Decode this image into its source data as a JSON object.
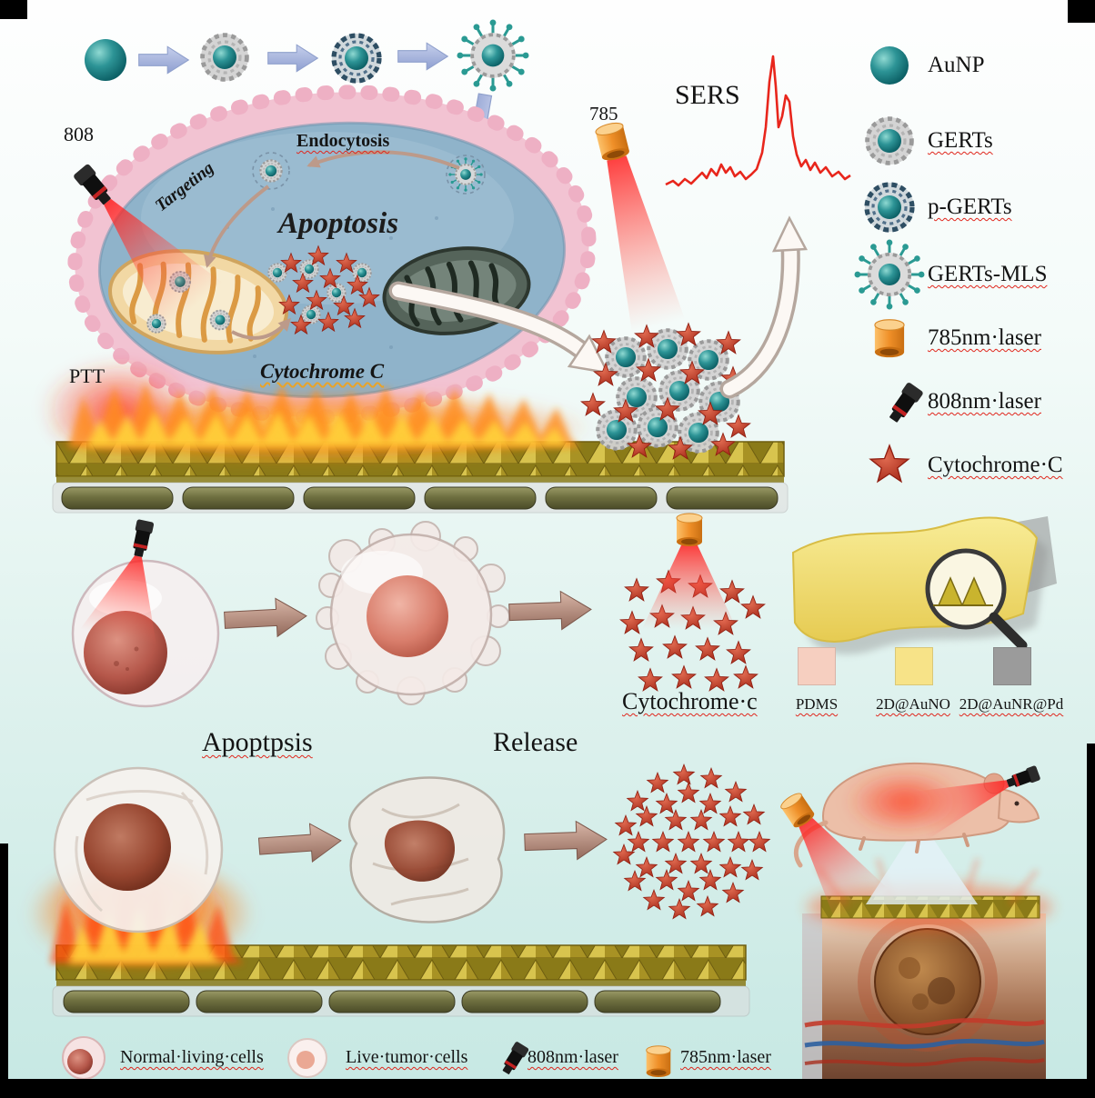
{
  "palette": {
    "background_top": "#fefefe",
    "background_bottom": "#c6e8e3",
    "nanoparticle_teal": "#157d80",
    "star_red": "#bf3a28",
    "spectrum_red": "#e8261c",
    "laser_orange": "#ef9433",
    "gold_substrate": "#c0ac30",
    "membrane_pink": "#f2c3d2",
    "cytoplasm_blue": "#8fb3ca"
  },
  "top_scheme": {
    "laser_808_label": "808",
    "laser_785_label": "785",
    "targeting": "Targeting",
    "endocytosis": "Endocytosis",
    "apoptosis": "Apoptosis",
    "cytochrome_c": "Cytochrome C",
    "ptt": "PTT",
    "sers_title": "SERS"
  },
  "legend": {
    "items": [
      {
        "icon": "aunp-sphere-icon",
        "label": "AuNP"
      },
      {
        "icon": "gerts-particle-icon",
        "label": "GERTs"
      },
      {
        "icon": "p-gerts-particle-icon",
        "label": "p-GERTs"
      },
      {
        "icon": "gerts-mls-particle-icon",
        "label": "GERTs-MLS"
      },
      {
        "icon": "laser-785-icon",
        "label": "785nm·laser"
      },
      {
        "icon": "laser-808-icon",
        "label": "808nm·laser"
      },
      {
        "icon": "cytochrome-star-icon",
        "label": "Cytochrome·C"
      }
    ]
  },
  "middle_scheme": {
    "cytochrome_c": "Cytochrome·c",
    "apoptosis": "Apoptpsis",
    "release": "Release"
  },
  "materials": {
    "items": [
      {
        "label": "PDMS",
        "color": "#f6cfc0"
      },
      {
        "label": "2D@AuNO",
        "color": "#f7e388"
      },
      {
        "label": "2D@AuNR@Pd",
        "color": "#9b9b9b"
      }
    ]
  },
  "bottom_legend": {
    "items": [
      {
        "icon": "normal-cell-icon",
        "label": "Normal·living·cells"
      },
      {
        "icon": "tumor-cell-icon",
        "label": "Live·tumor·cells"
      },
      {
        "icon": "laser-808-icon",
        "label": "808nm·laser"
      },
      {
        "icon": "laser-785-icon",
        "label": "785nm·laser"
      }
    ]
  }
}
